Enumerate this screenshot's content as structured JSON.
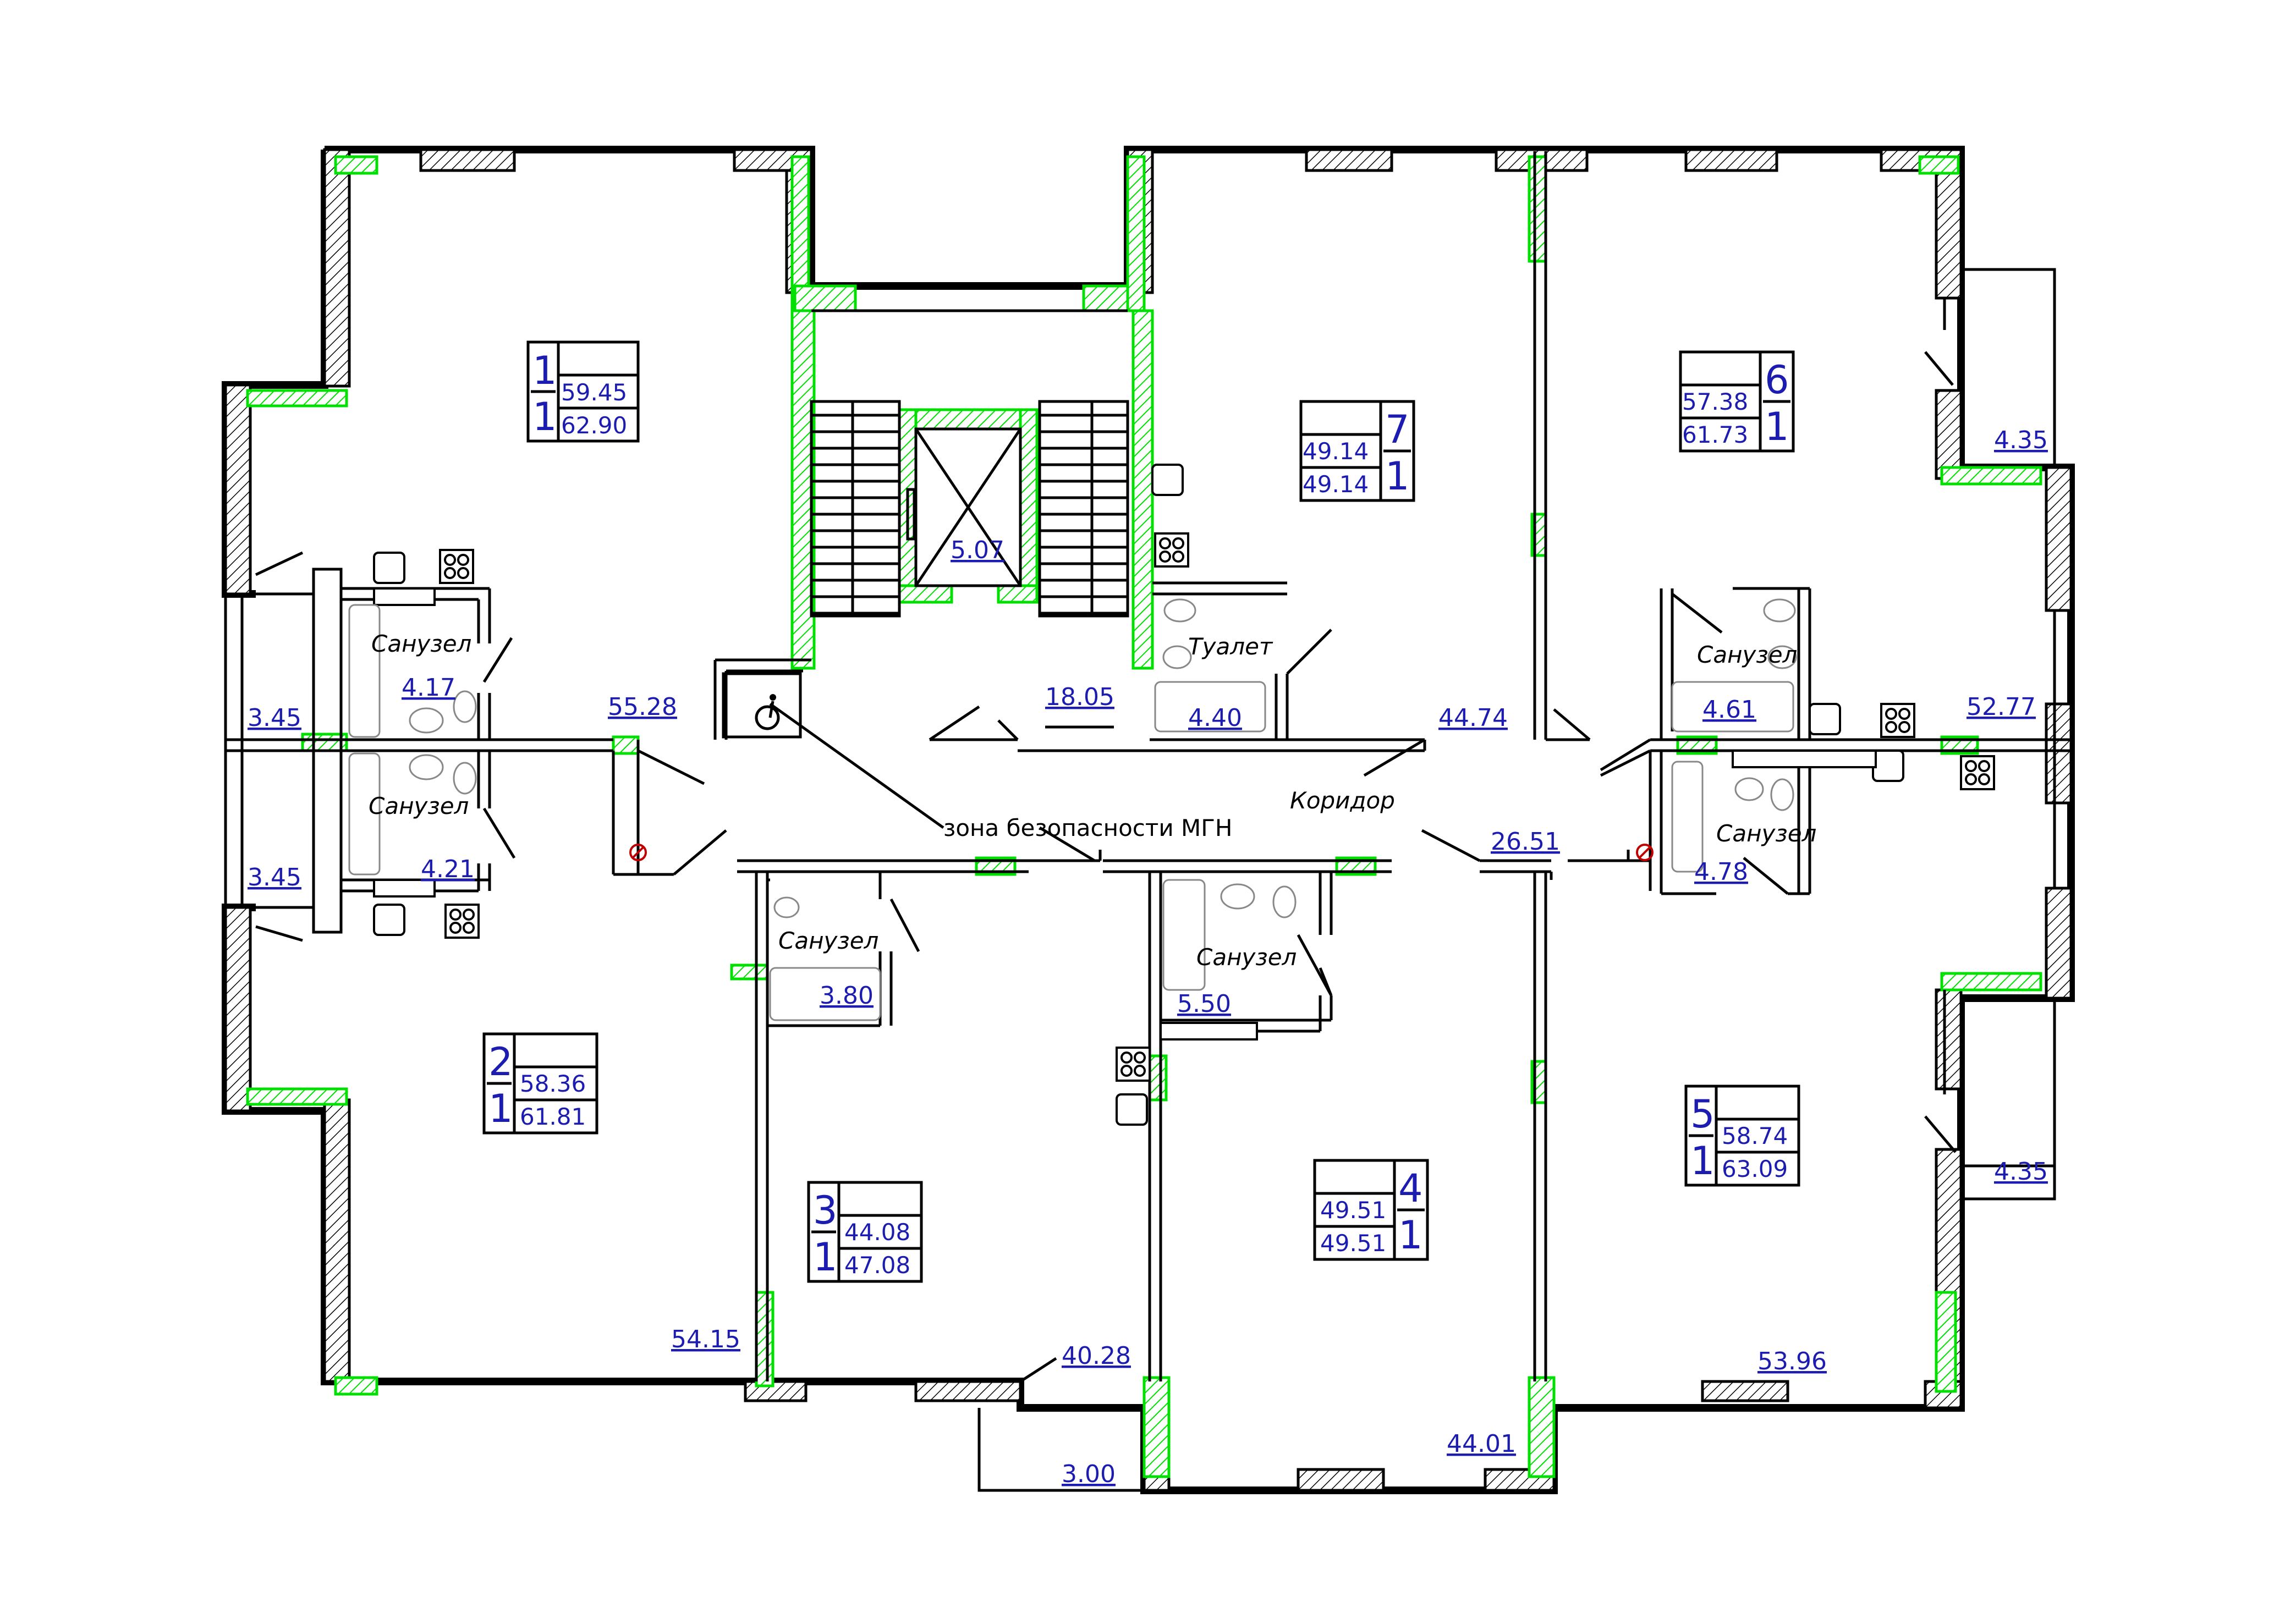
{
  "colors": {
    "wall": "#000000",
    "accent": "#00e000",
    "label": "#1c1cb0"
  },
  "apartments": [
    {
      "id": "apt-1",
      "number": "1",
      "rooms": "1",
      "living": "59.45",
      "total": "62.90"
    },
    {
      "id": "apt-2",
      "number": "2",
      "rooms": "1",
      "living": "58.36",
      "total": "61.81"
    },
    {
      "id": "apt-3",
      "number": "3",
      "rooms": "1",
      "living": "44.08",
      "total": "47.08"
    },
    {
      "id": "apt-4",
      "number": "4",
      "rooms": "1",
      "living": "49.51",
      "total": "49.51"
    },
    {
      "id": "apt-5",
      "number": "5",
      "rooms": "1",
      "living": "58.74",
      "total": "63.09"
    },
    {
      "id": "apt-6",
      "number": "6",
      "rooms": "1",
      "living": "57.38",
      "total": "61.73"
    },
    {
      "id": "apt-7",
      "number": "7",
      "rooms": "1",
      "living": "49.14",
      "total": "49.14"
    }
  ],
  "areas": {
    "elevator": "5.07",
    "stair_hall": "18.05",
    "room_1": "55.28",
    "room_2": "54.15",
    "room_3": "40.28",
    "room_4": "44.01",
    "room_5": "53.96",
    "room_6": "52.77",
    "room_7": "44.74",
    "balcony_1": "3.45",
    "balcony_2": "3.45",
    "balcony_3": "3.00",
    "balcony_6": "4.35",
    "balcony_5": "4.35",
    "bath_1": "4.17",
    "bath_2": "4.21",
    "bath_3": "3.80",
    "bath_4": "5.50",
    "bath_5": "4.78",
    "bath_6": "4.61",
    "toilet_7": "4.40",
    "corridor": "26.51"
  },
  "labels": {
    "bathroom": "Санузел",
    "toilet": "Туалет",
    "corridor": "Коридор",
    "safety_zone": "зона безопасности МГН"
  }
}
